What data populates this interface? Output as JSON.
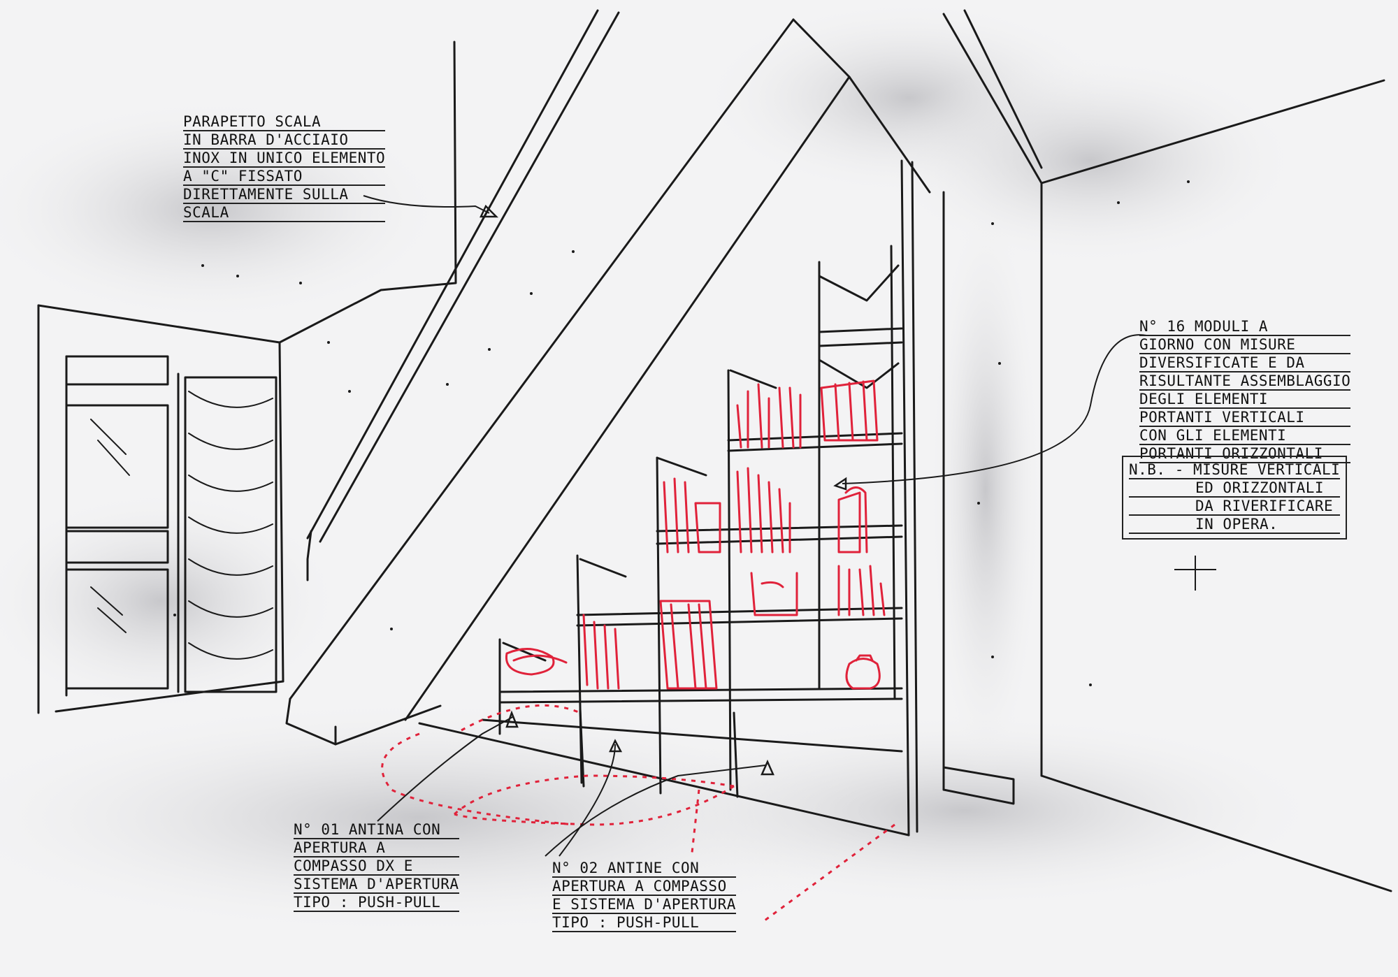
{
  "notes": {
    "parapetto": [
      "PARAPETTO SCALA",
      "IN BARRA D'ACCIAIO",
      "INOX IN UNICO ELEMENTO",
      "A \"C\" FISSATO",
      "DIRETTAMENTE SULLA",
      "SCALA"
    ],
    "moduli": [
      "N° 16 MODULI A",
      "GIORNO CON MISURE",
      "DIVERSIFICATE E DA",
      "RISULTANTE ASSEMBLAGGIO",
      "DEGLI ELEMENTI",
      "PORTANTI VERTICALI",
      "CON GLI ELEMENTI",
      "PORTANTI ORIZZONTALI"
    ],
    "nb": [
      "N.B. - MISURE VERTICALI",
      "ED ORIZZONTALI",
      "DA RIVERIFICARE",
      "IN OPERA."
    ],
    "antina01": [
      "N° 01 ANTINA CON",
      "APERTURA A",
      "COMPASSO DX E",
      "SISTEMA D'APERTURA",
      "TIPO : PUSH-PULL"
    ],
    "antine02": [
      "N° 02 ANTINE CON",
      "APERTURA A COMPASSO",
      "E SISTEMA D'APERTURA",
      "TIPO : PUSH-PULL"
    ]
  },
  "colors": {
    "ink": "#1a1a1a",
    "accent": "#e0223a",
    "paper": "#f3f3f4",
    "shade": "#c9c9cc"
  }
}
